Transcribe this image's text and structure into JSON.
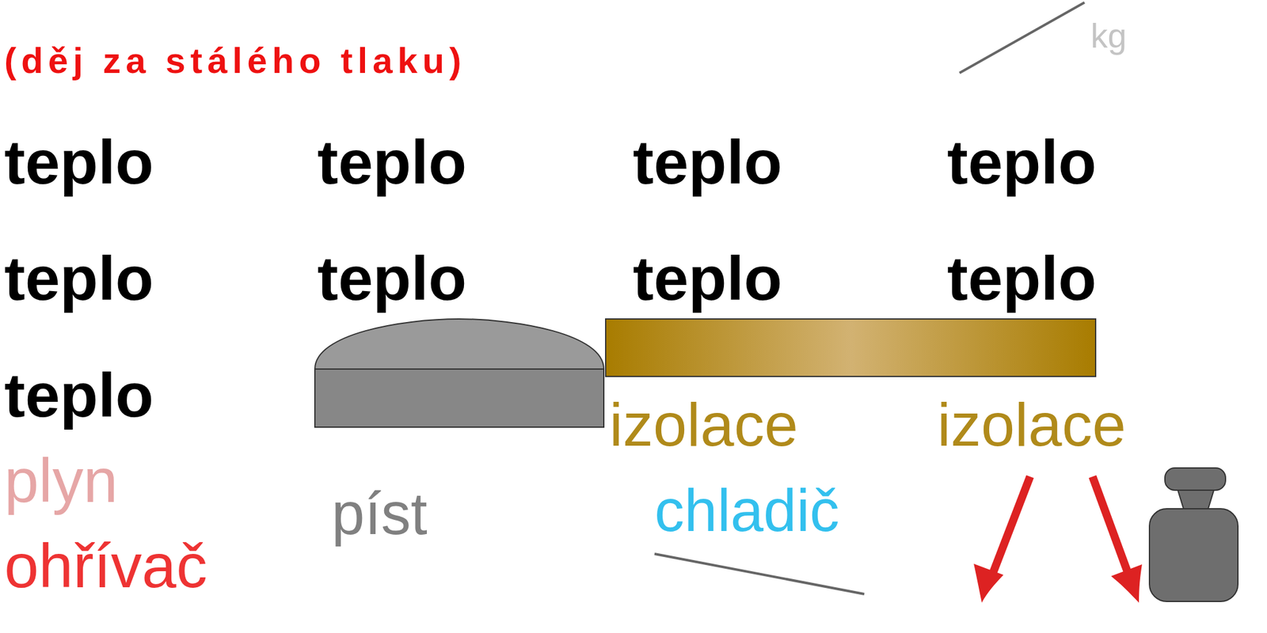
{
  "diagram": {
    "title": "(děj za stálého tlaku)",
    "labels": [
      "kg",
      "teplo",
      "teplo",
      "teplo",
      "teplo",
      "teplo",
      "teplo",
      "teplo",
      "teplo",
      "teplo",
      "izolace",
      "izolace",
      "plyn",
      "píst",
      "chladič",
      "ohřívač"
    ]
  }
}
